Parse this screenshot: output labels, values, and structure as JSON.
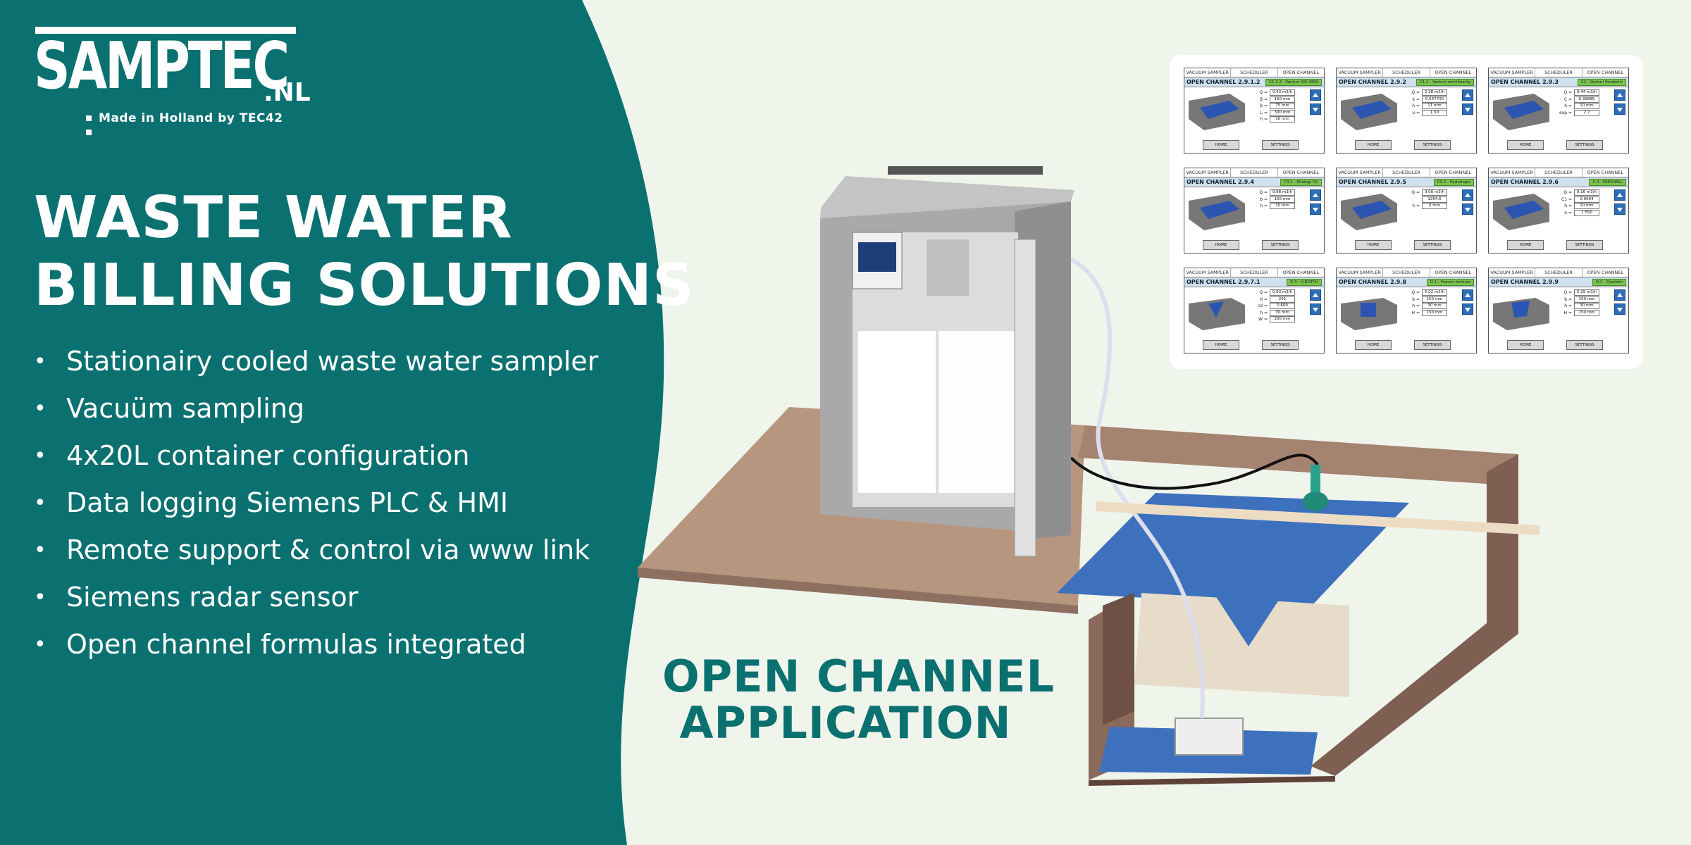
{
  "brand": {
    "logo_main": "SAMPTEC",
    "logo_suffix": ".NL",
    "tagline": "Made in Holland by TEC42"
  },
  "headline": {
    "line1": "WASTE WATER",
    "line2": "BILLING SOLUTIONS"
  },
  "features": [
    "Stationairy cooled waste water sampler",
    "Vacuüm sampling",
    "4x20L container configuration",
    "Data logging Siemens PLC & HMI",
    "Remote support & control via www link",
    "Siemens radar sensor",
    "Open channel formulas integrated"
  ],
  "application": {
    "line1": "OPEN CHANNEL",
    "line2": "APPLICATION"
  },
  "hmi_nav": [
    "VACUUM SAMPLER",
    "SCHEDULER",
    "OPEN CHANNEL"
  ],
  "hmi_buttons": {
    "home": "HOME",
    "settings": "SETTINGS"
  },
  "hmi_screens": [
    {
      "title": "OPEN CHANNEL 2.9.1.2",
      "badge": "C1.1.2 - Venturi ISO 4359",
      "rows": [
        [
          "Q =",
          "0.43 m3/h"
        ],
        [
          "B =",
          "150 mm"
        ],
        [
          "b =",
          "75 mm"
        ],
        [
          "L =",
          "300 mm"
        ],
        [
          "h =",
          "10 mm"
        ]
      ]
    },
    {
      "title": "OPEN CHANNEL 2.9.2",
      "badge": "C1.2 - Venturi rechthoekig",
      "rows": [
        [
          "Q =",
          "2.38 m3/h"
        ],
        [
          "k =",
          "0.547700"
        ],
        [
          "h =",
          "11 mm"
        ],
        [
          "u =",
          "1.50"
        ]
      ]
    },
    {
      "title": "OPEN CHANNEL 2.9.3",
      "badge": "C2 - Venturi Parabolic",
      "rows": [
        [
          "Q =",
          "0.44 m3/h"
        ],
        [
          "C =",
          "0.39885"
        ],
        [
          "h =",
          "10 mm"
        ],
        [
          "exp =",
          "2.7"
        ]
      ]
    },
    {
      "title": "OPEN CHANNEL 2.9.4",
      "badge": "C3.1 - Khafagi QV",
      "rows": [
        [
          "Q =",
          "0.98 m3/h"
        ],
        [
          "b =",
          "150 mm"
        ],
        [
          "h =",
          "10 mm"
        ]
      ]
    },
    {
      "title": "OPEN CHANNEL 2.9.5",
      "badge": "C3.2 - Hydrologic",
      "rows": [
        [
          "Q =",
          "0.00 m3/h"
        ],
        [
          "",
          "1254.6"
        ],
        [
          "h =",
          "0 mm"
        ]
      ]
    },
    {
      "title": "OPEN CHANNEL 2.9.6",
      "badge": "C.4 - PARSHALL",
      "rows": [
        [
          "Q =",
          "0.16 m3/h"
        ],
        [
          "C1 =",
          "0.0604"
        ],
        [
          "h =",
          "10 mm"
        ],
        [
          "n =",
          "1.550"
        ]
      ]
    },
    {
      "title": "OPEN CHANNEL 2.9.7.1",
      "badge": "D.3 - V-NOTCH",
      "rows": [
        [
          "Q =",
          "0.93 m3/h"
        ],
        [
          "H =",
          "201"
        ],
        [
          "cd =",
          "0.600"
        ],
        [
          "h =",
          "30 mm"
        ],
        [
          "W =",
          "200 mm"
        ]
      ]
    },
    {
      "title": "OPEN CHANNEL 2.9.8",
      "badge": "D.1 - Francis formula",
      "rows": [
        [
          "Q =",
          "5.02 m3/h"
        ],
        [
          "b =",
          "150 mm"
        ],
        [
          "h =",
          "30 mm"
        ],
        [
          "H =",
          "150 mm"
        ]
      ]
    },
    {
      "title": "OPEN CHANNEL 2.9.9",
      "badge": "D.2 - Cipoletti",
      "rows": [
        [
          "Q =",
          "5.29 m3/h"
        ],
        [
          "b =",
          "150 mm"
        ],
        [
          "h =",
          "30 mm"
        ],
        [
          "H =",
          "150 mm"
        ]
      ]
    }
  ],
  "colors": {
    "teal": "#0b7070",
    "background": "#f0f5ec",
    "ground": "#b79680",
    "channel_wall": "#7e5f52",
    "water": "#3d70bd",
    "sampler_gray": "#a9a9a9",
    "hmi_blue": "#2e6eb8",
    "hmi_badge": "#7cc34a"
  }
}
